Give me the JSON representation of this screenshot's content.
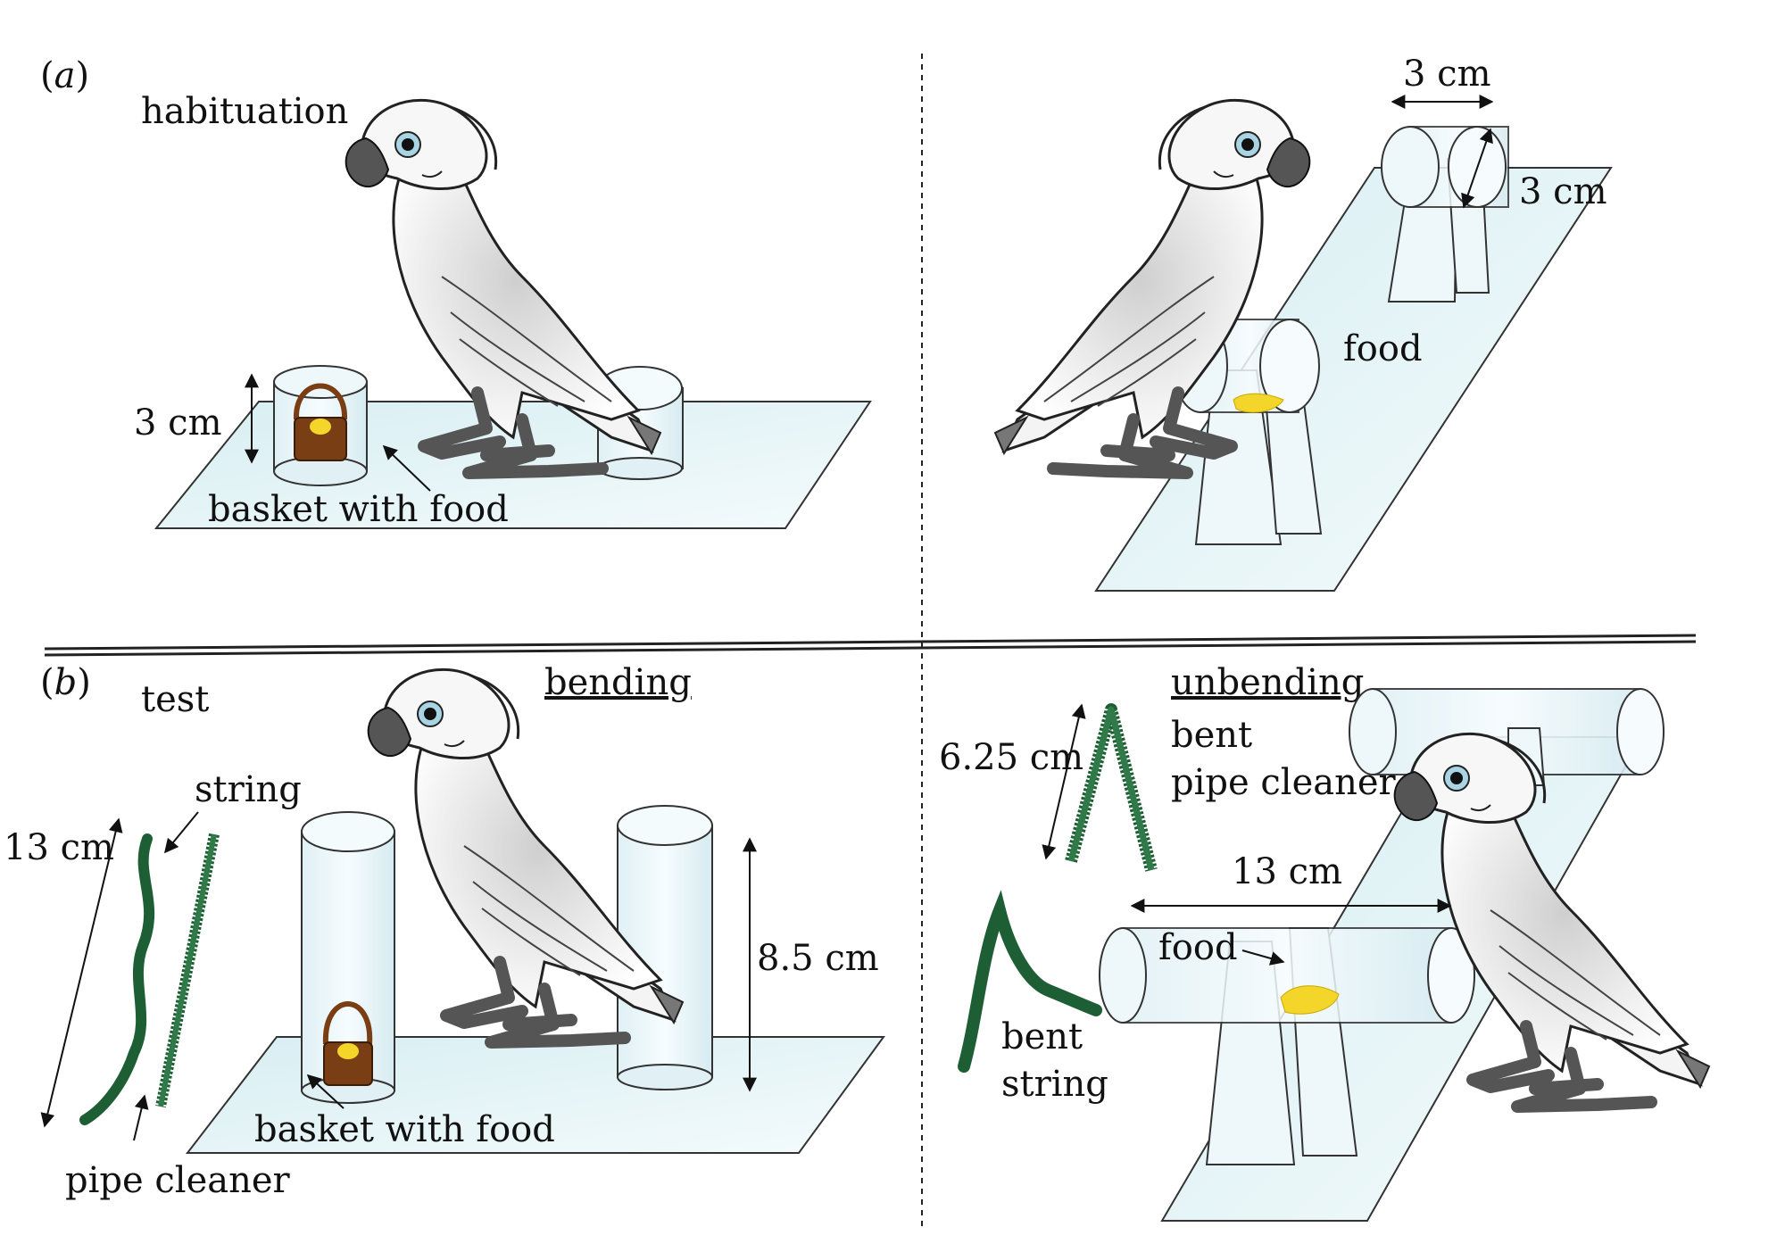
{
  "panel_a": {
    "label_open": "(",
    "label_letter": "a",
    "label_close": ")",
    "left": {
      "title": "habituation",
      "height_label": "3 cm",
      "basket_label": "basket with food"
    },
    "right": {
      "width_label": "3 cm",
      "diameter_label": "3 cm",
      "food_label": "food"
    }
  },
  "panel_b": {
    "label_open": "(",
    "label_letter": "b",
    "label_close": ")",
    "left": {
      "title": "test",
      "subtitle": "bending",
      "length_label": "13 cm",
      "string_label": "string",
      "pipe_label": "pipe cleaner",
      "tube_height_label": "8.5 cm",
      "basket_label": "basket with food"
    },
    "right": {
      "subtitle": "unbending",
      "bent_length_label": "6.25 cm",
      "bent_pipe_line1": "bent",
      "bent_pipe_line2": "pipe cleaner",
      "tube_length_label": "13 cm",
      "food_label": "food",
      "bent_string_line1": "bent",
      "bent_string_line2": "string"
    }
  },
  "colors": {
    "platform": "#e4f2f5",
    "glass": "#eef8fb",
    "bird_body": "#f2f2f2",
    "feet": "#555555",
    "pipe_green": "#1e5e35",
    "basket": "#7a3e14",
    "food": "#f4d62a"
  }
}
